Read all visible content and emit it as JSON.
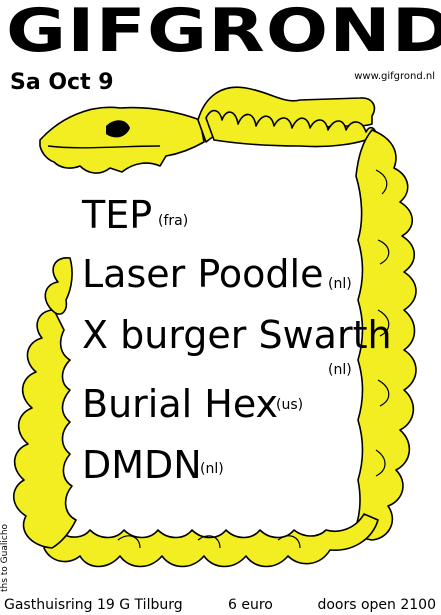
{
  "header": {
    "title": "GIFGROND",
    "date": "Sa Oct 9",
    "url": "www.gifgrond.nl"
  },
  "lineup": [
    {
      "name": "TEP",
      "origin": "(fra)"
    },
    {
      "name": "Laser Poodle",
      "origin": "(nl)"
    },
    {
      "name": "X burger Swarth",
      "origin": "(nl)"
    },
    {
      "name": "Burial Hex",
      "origin": "(us)"
    },
    {
      "name": "DMDN",
      "origin": "(nl)"
    }
  ],
  "credit": "ths to Gualicho",
  "footer": {
    "address": "Gasthuisring 19 G Tilburg",
    "price": "6 euro",
    "doors": "doors open 2100"
  },
  "colors": {
    "snake_fill": "#f2ee22",
    "ink": "#000000"
  },
  "illustration": "yellow-serpent-skull"
}
